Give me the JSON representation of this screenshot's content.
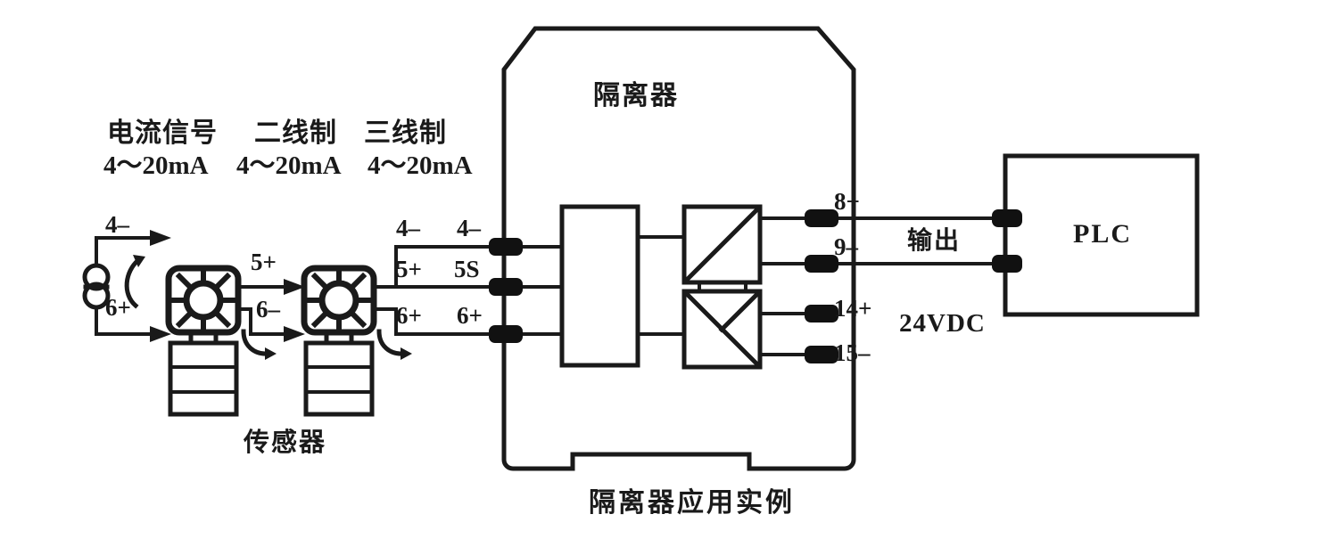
{
  "diagram": {
    "caption": "隔离器应用实例",
    "isolator_title": "隔离器",
    "sensor_caption": "传感器",
    "plc_label": "PLC",
    "output_label": "输出",
    "supply_label": "24VDC"
  },
  "headers": [
    {
      "name": "电流信号",
      "range": "4～20mA"
    },
    {
      "name": "二线制",
      "range": "4～20mA"
    },
    {
      "name": "三线制",
      "range": "4～20mA"
    }
  ],
  "source_terminals": {
    "top": "4–",
    "bottom": "6+"
  },
  "sensor_one_wires": {
    "top": "5+",
    "bottom": "6–"
  },
  "sensor_two_wires": {
    "top": "4–",
    "middle": "5+",
    "bottom": "6+"
  },
  "isolator_input_terminals": [
    {
      "label": "4–"
    },
    {
      "label": "5S"
    },
    {
      "label": "6+"
    }
  ],
  "isolator_output_terminals": [
    {
      "label": "8+"
    },
    {
      "label": "9–"
    },
    {
      "label": "14+"
    },
    {
      "label": "15–"
    }
  ],
  "colors": {
    "stroke": "#1a1a1a",
    "background": "#ffffff",
    "terminal": "#111111"
  },
  "chart_data": {
    "type": "diagram",
    "title": "隔离器应用实例",
    "nodes": [
      {
        "id": "current-source",
        "label": "电流信号 4～20mA",
        "kind": "current-source"
      },
      {
        "id": "sensor-1",
        "label": "二线制 4～20mA",
        "kind": "sensor-transmitter"
      },
      {
        "id": "sensor-2",
        "label": "三线制 4～20mA",
        "kind": "sensor-transmitter"
      },
      {
        "id": "isolator",
        "label": "隔离器",
        "kind": "din-rail-module"
      },
      {
        "id": "plc",
        "label": "PLC",
        "kind": "controller"
      }
    ],
    "edges": [
      {
        "from": "current-source",
        "to": "sensor-1",
        "labels": [
          "4–",
          "6+"
        ]
      },
      {
        "from": "sensor-1",
        "to": "sensor-2",
        "labels": [
          "5+",
          "6–"
        ]
      },
      {
        "from": "sensor-2",
        "to": "isolator",
        "labels": [
          "4–",
          "5+",
          "6+"
        ]
      },
      {
        "from": "isolator",
        "to": "plc",
        "labels": [
          "8+",
          "9–"
        ],
        "annotation": "输出"
      },
      {
        "from": "isolator",
        "to": "power",
        "labels": [
          "14+",
          "15–"
        ],
        "annotation": "24VDC"
      }
    ]
  }
}
